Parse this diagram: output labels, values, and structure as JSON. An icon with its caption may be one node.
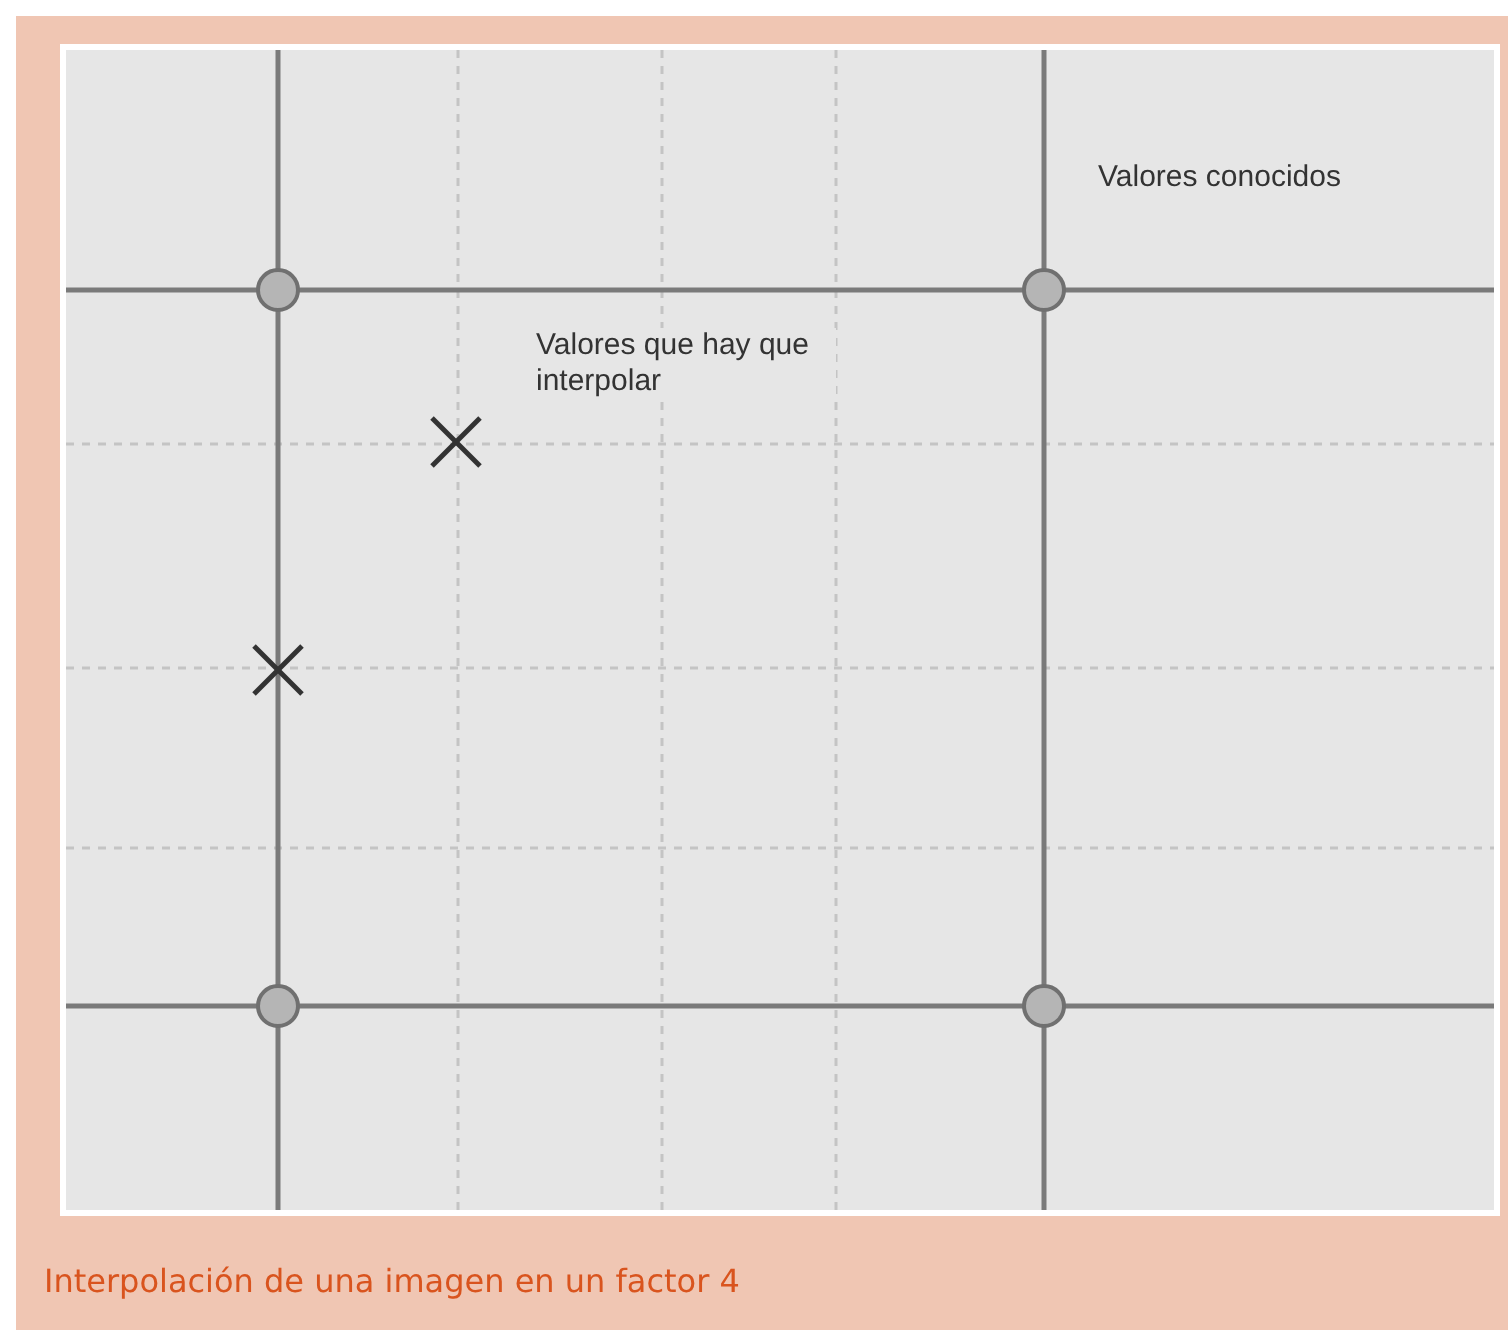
{
  "diagram": {
    "caption": "Interpolación de una imagen en un factor 4",
    "labels": [
      "Valores conocidos",
      "Valores que hay que interpolar"
    ]
  }
}
